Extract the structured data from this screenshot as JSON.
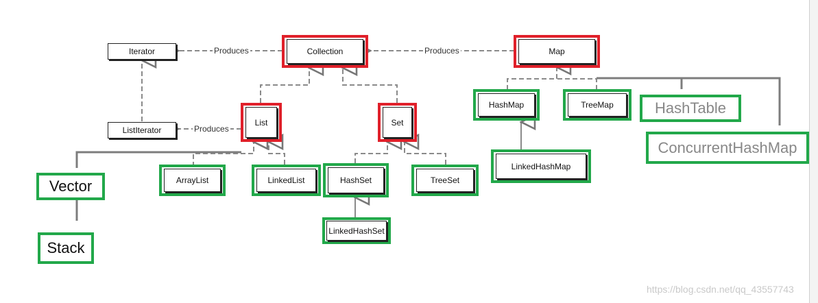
{
  "nodes": {
    "iterator": "Iterator",
    "collection": "Collection",
    "map": "Map",
    "list_iterator": "ListIterator",
    "list": "List",
    "set": "Set",
    "hashmap": "HashMap",
    "treemap": "TreeMap",
    "hashtable": "HashTable",
    "concurrent_hashmap": "ConcurrentHashMap",
    "vector": "Vector",
    "stack": "Stack",
    "arraylist": "ArrayList",
    "linkedlist": "LinkedList",
    "hashset": "HashSet",
    "treeset": "TreeSet",
    "linked_hashmap": "LinkedHashMap",
    "linked_hashset": "LinkedHashSet"
  },
  "relations": {
    "produces_1": "Produces",
    "produces_2": "Produces",
    "produces_3": "Produces"
  },
  "watermark": "https://blog.csdn.net/qq_43557743",
  "colors": {
    "interface_border": "#e0202a",
    "class_border": "#22a84a",
    "line": "#8a8a8a"
  }
}
